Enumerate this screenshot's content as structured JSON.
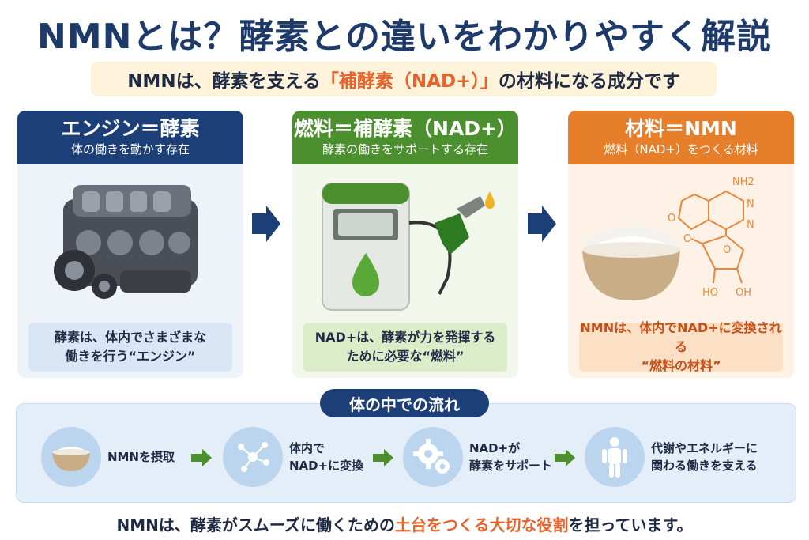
{
  "title": {
    "part1": "NMNとは？",
    "part2": "酵素との違いをわかりやすく解説"
  },
  "subtitle": {
    "pre": "NMNは、酵素を支える",
    "highlight": "「補酵素（NAD+）」",
    "post": "の材料になる成分です"
  },
  "cards": [
    {
      "title": "エンジン＝酵素",
      "sub": "体の働きを動かす存在",
      "caption1": "酵素は、体内でさまざまな",
      "caption2": "働きを行う“エンジン”",
      "icon": "engine-icon"
    },
    {
      "title": "燃料＝補酵素（NAD+）",
      "sub": "酵素の働きをサポートする存在",
      "caption1": "NAD+は、酵素が力を発揮する",
      "caption2": "ために必要な“燃料”",
      "icon": "fuel-pump-icon"
    },
    {
      "title": "材料＝NMN",
      "sub": "燃料（NAD+）をつくる材料",
      "caption1": "NMNは、体内でNAD+に変換される",
      "caption2": "“燃料の材料”",
      "icon": "powder-bowl-icon",
      "molecule_labels": [
        "NH2",
        "O",
        "N",
        "N",
        "O",
        "O",
        "HO",
        "OH"
      ]
    }
  ],
  "flow": {
    "title": "体の中での流れ",
    "steps": [
      {
        "line1": "NMNを摂取",
        "line2": "",
        "icon": "powder-bowl-icon"
      },
      {
        "line1": "体内で",
        "line2": "NAD+に変換",
        "icon": "network-icon"
      },
      {
        "line1": "NAD+が",
        "line2": "酵素をサポート",
        "icon": "gears-icon"
      },
      {
        "line1": "代謝やエネルギーに",
        "line2": "関わる働きを支える",
        "icon": "human-body-icon"
      }
    ]
  },
  "bottom": {
    "pre": "NMNは、酵素がスムーズに働くための",
    "highlight": "土台をつくる大切な役割",
    "post": "を担っています。"
  },
  "colors": {
    "navy": "#1d3f78",
    "green": "#4c8f2f",
    "orange": "#e77e2a",
    "accent": "#e8632b"
  }
}
